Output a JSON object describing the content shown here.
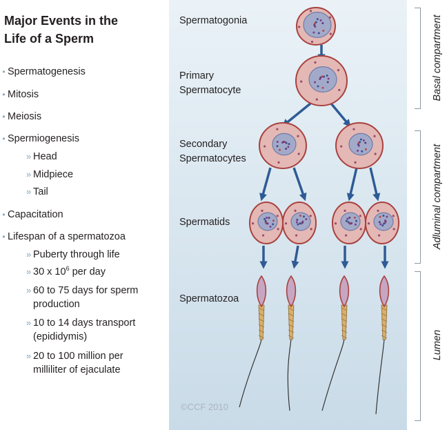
{
  "title": [
    "Major Events in the",
    "Life of a Sperm"
  ],
  "bullets": [
    {
      "text": "Spermatogenesis",
      "subs": []
    },
    {
      "text": "Mitosis",
      "subs": []
    },
    {
      "text": "Meiosis",
      "subs": []
    },
    {
      "text": "Spermiogenesis",
      "subs": [
        [
          "Head"
        ],
        [
          "Midpiece"
        ],
        [
          "Tail"
        ]
      ]
    },
    {
      "text": "Capacitation",
      "subs": []
    },
    {
      "text": "Lifespan of a spermatozoa",
      "subs": [
        [
          "Puberty through life"
        ],
        [
          "30 x 10",
          "6",
          " per day"
        ],
        [
          "60 to 75 days for sperm",
          "production"
        ],
        [
          "10 to 14 days transport",
          "(epididymis)"
        ],
        [
          "20 to 100 million per",
          "milliliter of ejaculate"
        ]
      ]
    }
  ],
  "stage_labels": {
    "spermatogonia": "Spermatogonia",
    "primary": [
      "Primary",
      "Spermatocyte"
    ],
    "secondary": [
      "Secondary",
      "Spermatocytes"
    ],
    "spermatids": "Spermatids",
    "spermatozoa": "Spermatozoa"
  },
  "compartments": {
    "basal": "Basal compartment",
    "adluminal": "Adluminal compartment",
    "lumen": "Lumen"
  },
  "copyright": "©CCF 2010",
  "colors": {
    "cell_body": "#e4b8b4",
    "cell_outline": "#a8413f",
    "nucleus": "#a3aac9",
    "arrow": "#2e5b94",
    "panel_top": "#eaf2f7",
    "panel_bottom": "#c9dbe8"
  }
}
